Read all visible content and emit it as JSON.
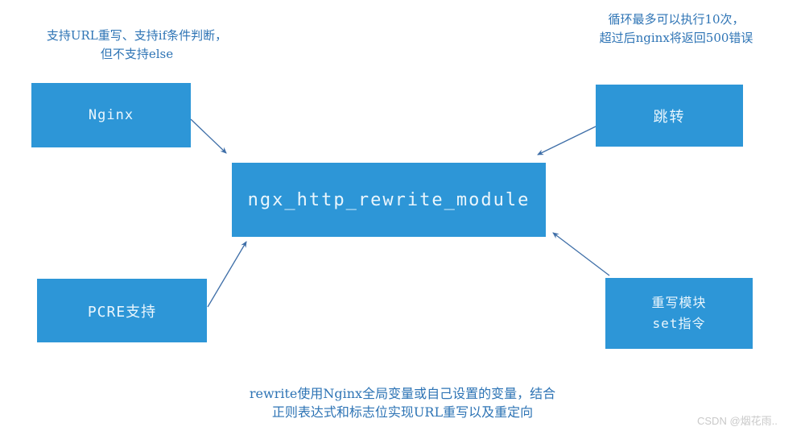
{
  "colors": {
    "background": "#ffffff",
    "box_fill": "#2d96d7",
    "box_text": "#eaf6fd",
    "arrow": "#3f6fa8",
    "annotation_text": "#2e74b5",
    "watermark": "#c9c9c9"
  },
  "nodes": {
    "nginx": {
      "label": "Nginx"
    },
    "jump": {
      "label": "跳转"
    },
    "center": {
      "label": "ngx_http_rewrite_module"
    },
    "pcre": {
      "label": "PCRE支持"
    },
    "set": {
      "line1": "重写模块",
      "line2": "set指令"
    }
  },
  "edges": [
    {
      "from": "nginx",
      "to": "center"
    },
    {
      "from": "jump",
      "to": "center"
    },
    {
      "from": "pcre",
      "to": "center"
    },
    {
      "from": "set",
      "to": "center"
    }
  ],
  "annotations": {
    "top_left": {
      "line1": "支持URL重写、支持if条件判断，",
      "line2": "但不支持else"
    },
    "top_right": {
      "line1": "循环最多可以执行10次，",
      "line2": "超过后nginx将返回500错误"
    },
    "bottom": {
      "line1": "rewrite使用Nginx全局变量或自己设置的变量，结合",
      "line2": "正则表达式和标志位实现URL重写以及重定向"
    }
  },
  "watermark": {
    "text": "CSDN @烟花雨.."
  }
}
